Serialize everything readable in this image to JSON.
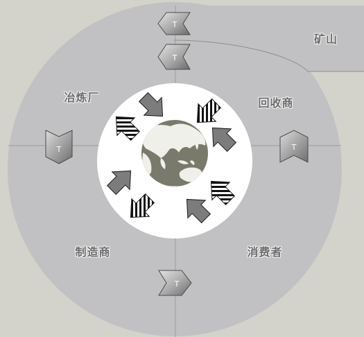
{
  "labels": {
    "mine": "矿山",
    "smelter": "冶炼厂",
    "recycler": "回收商",
    "manufacturer": "制造商",
    "consumer": "消费者"
  },
  "transport_badge": "T",
  "colors": {
    "background": "#d3d3cb",
    "ring": "#c1c1c3",
    "inner_disc": "#ffffff",
    "globe": "#7a7a6c",
    "land": "#f0f0ea",
    "arrow_solid": "#7c7c7c",
    "arrow_stroke": "#1c1c1c",
    "axis_line": "#9a9a9a"
  }
}
